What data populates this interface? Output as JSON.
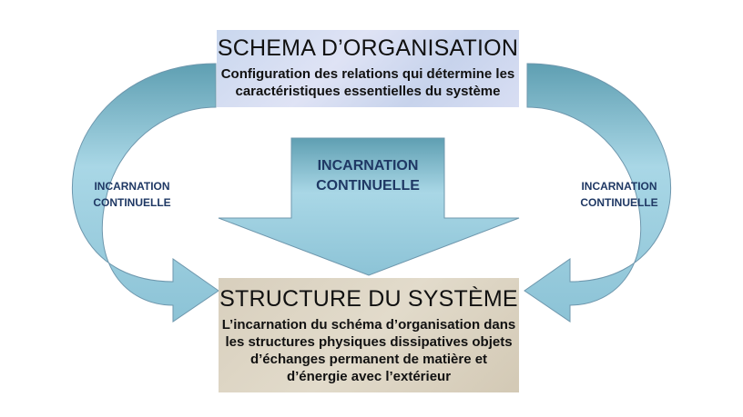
{
  "top_box": {
    "title": "SCHEMA D’ORGANISATION",
    "description": [
      "Configuration des relations qui détermine les",
      "caractéristiques essentielles du système"
    ]
  },
  "center_arrow": {
    "label": [
      "INCARNATION",
      "CONTINUELLE"
    ]
  },
  "left_arrow": {
    "label": [
      "INCARNATION",
      "CONTINUELLE"
    ]
  },
  "right_arrow": {
    "label": [
      "INCARNATION",
      "CONTINUELLE"
    ]
  },
  "bottom_box": {
    "title": "STRUCTURE DU SYSTÈME",
    "description": [
      "L’incarnation du schéma d’organisation dans",
      "les structures physiques dissipatives objets",
      "d’échanges permanent de matière et",
      "d’énergie avec l’extérieur"
    ]
  },
  "colors": {
    "arrow_fill": "#8fc6d8",
    "arrow_stroke": "#4f7f9a",
    "label": "#1f3864"
  }
}
